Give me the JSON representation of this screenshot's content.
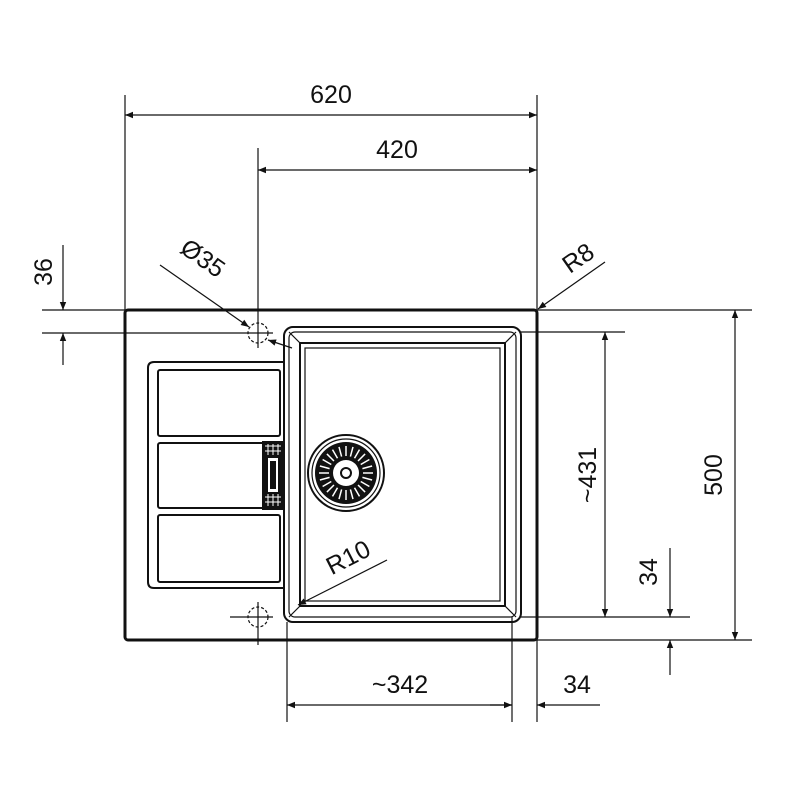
{
  "drawing": {
    "title": "Sink technical drawing",
    "dimensions": {
      "overall_width": "620",
      "bowl_to_edge_width": "420",
      "tap_hole_offset": "36",
      "tap_hole_diameter": "Ø35",
      "outer_radius": "R8",
      "bowl_length": "~431",
      "overall_depth": "500",
      "bowl_bottom_margin": "34",
      "bowl_radius": "R10",
      "bowl_width": "~342",
      "bowl_side_margin": "34"
    },
    "colors": {
      "line": "#111111",
      "background": "#ffffff"
    }
  }
}
